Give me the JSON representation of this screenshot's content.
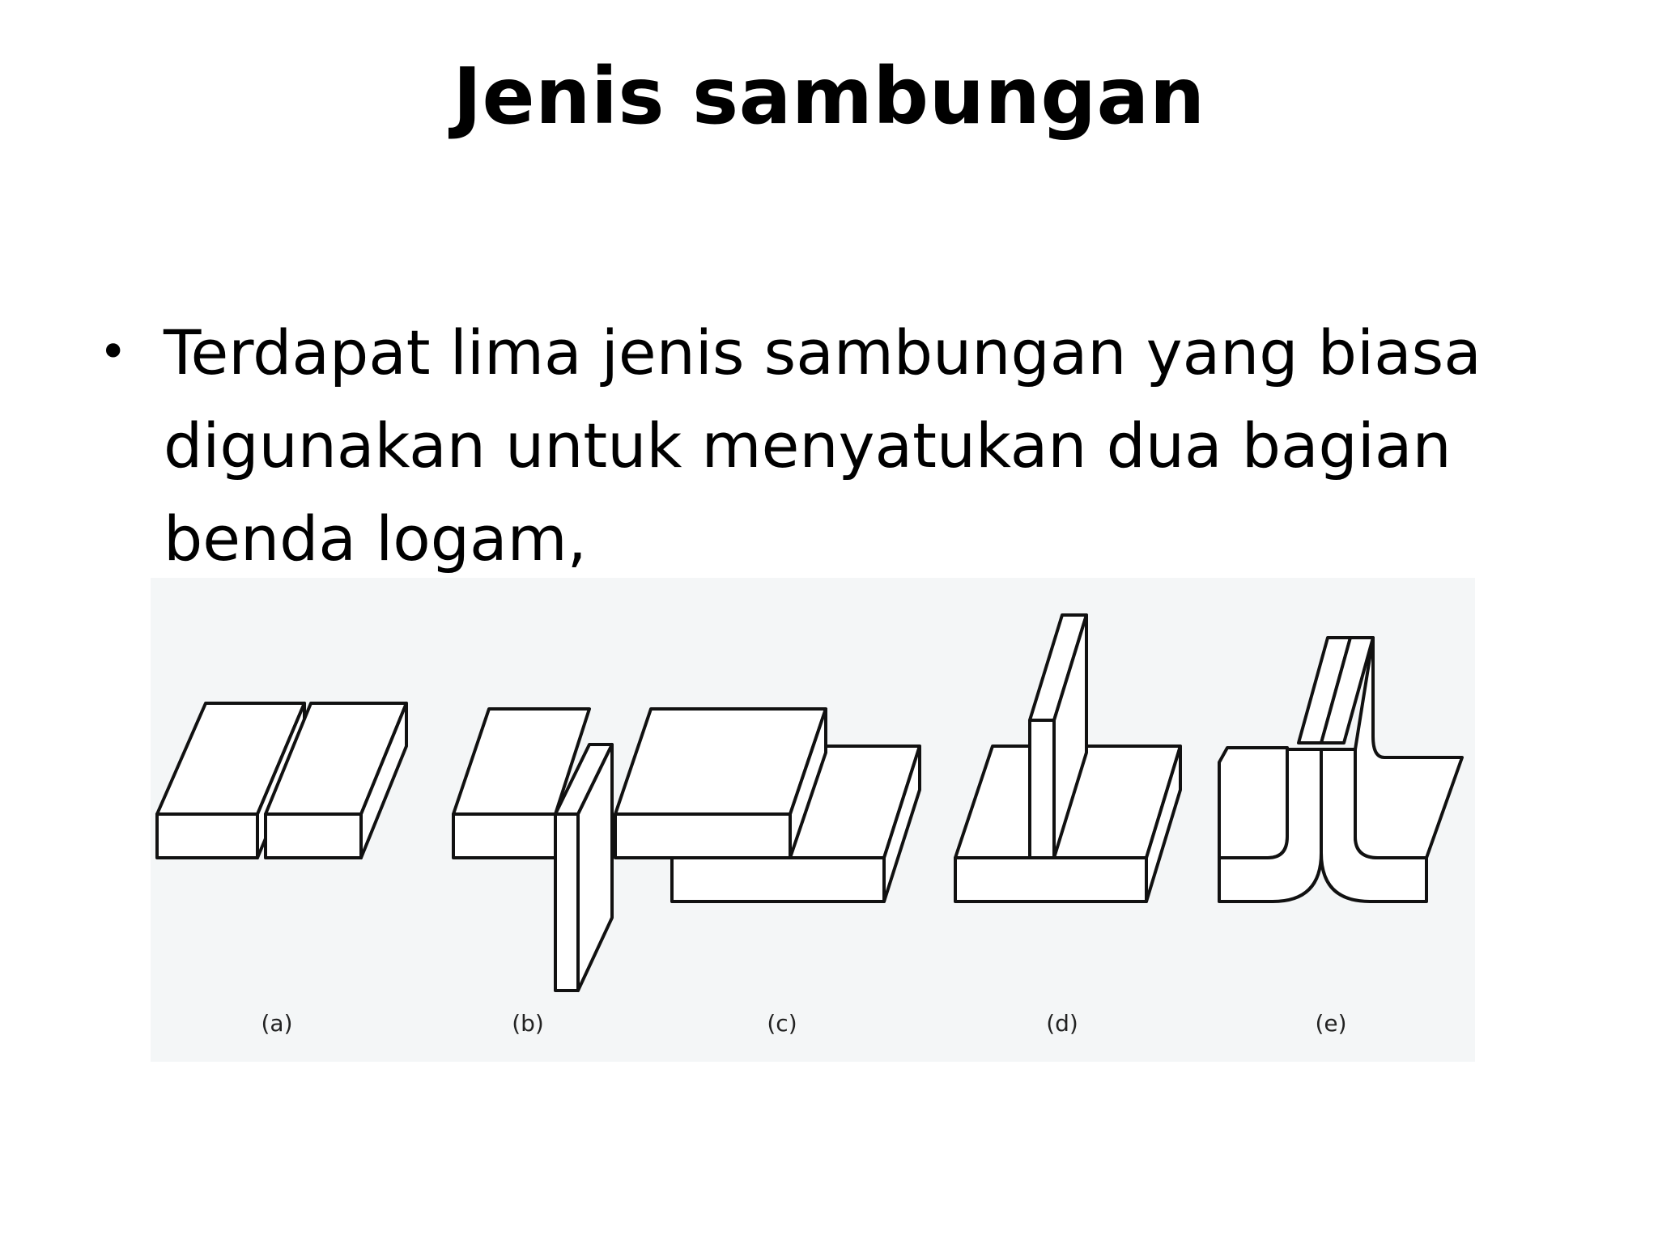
{
  "title": "Jenis sambungan",
  "bullet": {
    "symbol": "•",
    "text": "Terdapat lima jenis sambungan yang biasa digunakan untuk menyatukan dua bagian benda logam,"
  },
  "figure": {
    "captions": [
      "(a)",
      "(b)",
      "(c)",
      "(d)",
      "(e)"
    ],
    "joint_icons": [
      "butt-joint-icon",
      "corner-joint-icon",
      "lap-joint-icon",
      "tee-joint-icon",
      "edge-joint-icon"
    ]
  }
}
